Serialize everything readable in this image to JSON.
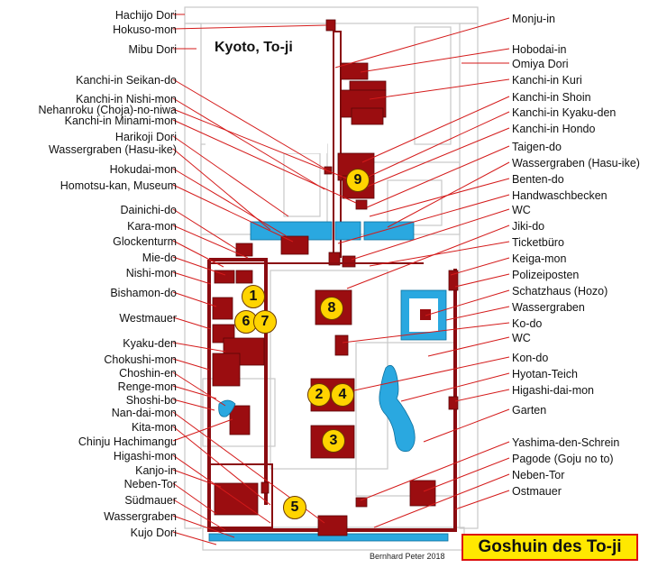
{
  "map": {
    "title": "Kyoto, To-ji",
    "banner": "Goshuin des To-ji",
    "credit": "Bernhard Peter 2018",
    "colors": {
      "building": "#9b0d10",
      "wall": "#8a0b10",
      "water": "#2aa8e0",
      "leader": "#d41a1a",
      "street": "#c8c8c8",
      "marker": "#ffd400"
    }
  },
  "labels_left": [
    "Hachijo Dori",
    "Hokuso-mon",
    "Mibu Dori",
    "Kanchi-in Seikan-do",
    "Kanchi-in Nishi-mon",
    "Nehanroku (Choja)-no-niwa",
    "Kanchi-in Minami-mon",
    "Harikoji Dori",
    "Wassergraben (Hasu-ike)",
    "Hokudai-mon",
    "Homotsu-kan, Museum",
    "Dainichi-do",
    "Kara-mon",
    "Glockenturm",
    "Mie-do",
    "Nishi-mon",
    "Bishamon-do",
    "Westmauer",
    "Kyaku-den",
    "Chokushi-mon",
    "Choshin-en",
    "Renge-mon",
    "Shoshi-bo",
    "Nan-dai-mon",
    "Kita-mon",
    "Chinju Hachimangu",
    "Higashi-mon",
    "Kanjo-in",
    "Neben-Tor",
    "Südmauer",
    "Wassergraben",
    "Kujo Dori"
  ],
  "labels_right": [
    "Monju-in",
    "Hobodai-in",
    "Omiya Dori",
    "Kanchi-in Kuri",
    "Kanchi-in Shoin",
    "Kanchi-in Kyaku-den",
    "Kanchi-in Hondo",
    "Taigen-do",
    "Wassergraben (Hasu-ike)",
    "Benten-do",
    "Handwaschbecken",
    "WC",
    "Jiki-do",
    "Ticketbüro",
    "Keiga-mon",
    "Polizeiposten",
    "Schatzhaus (Hozo)",
    "Wassergraben",
    "Ko-do",
    "WC",
    "Kon-do",
    "Hyotan-Teich",
    "Higashi-dai-mon",
    "Garten",
    "Yashima-den-Schrein",
    "Pagode (Goju no to)",
    "Neben-Tor",
    "Ostmauer"
  ],
  "markers": [
    "1",
    "2",
    "3",
    "4",
    "5",
    "6",
    "7",
    "8",
    "9"
  ]
}
